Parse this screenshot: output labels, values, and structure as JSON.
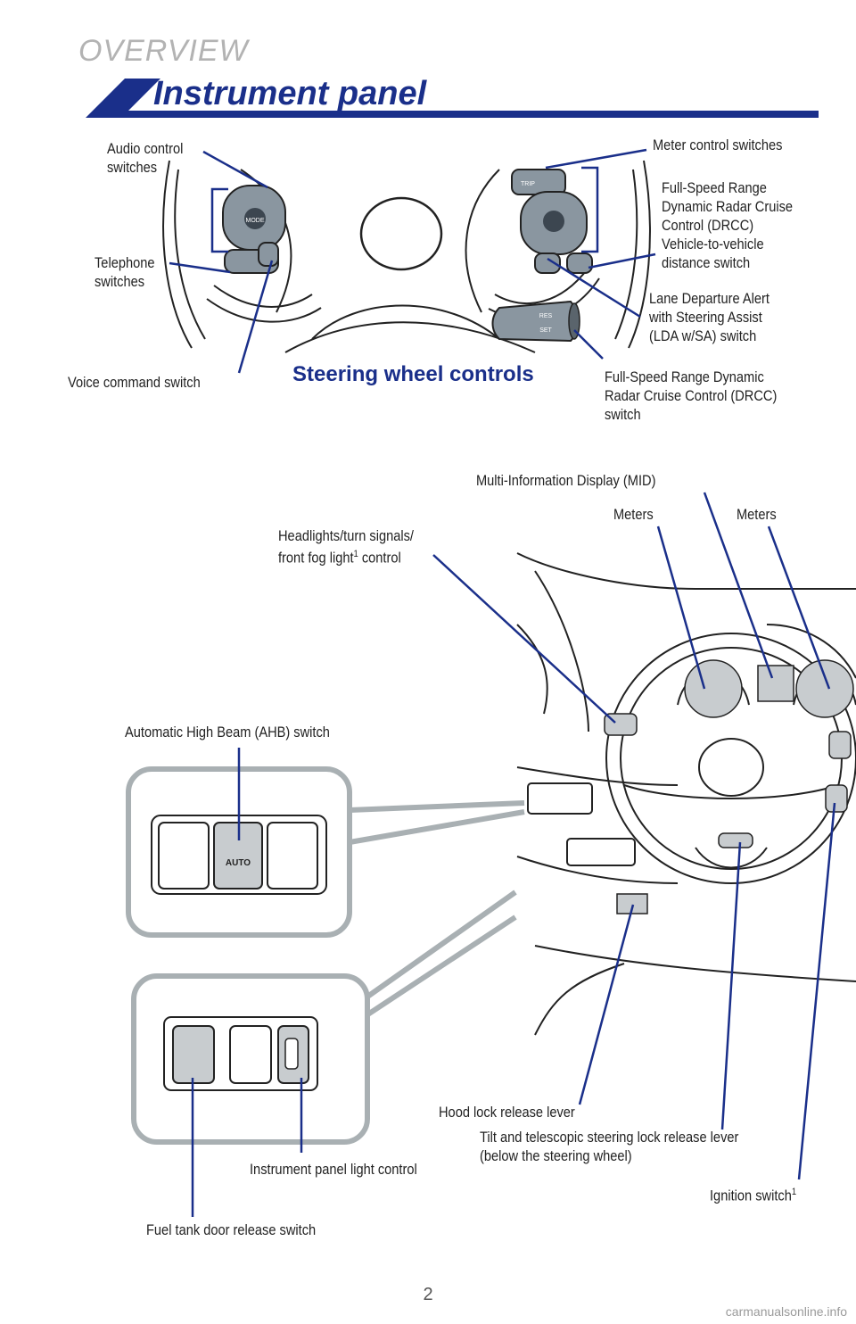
{
  "header": {
    "section": "OVERVIEW",
    "title": "Instrument panel"
  },
  "steering_wheel": {
    "subheading": "Steering wheel controls",
    "labels": {
      "audio": "Audio control\nswitches",
      "meter": "Meter control switches",
      "drcc_distance": "Full-Speed Range\nDynamic Radar Cruise\nControl (DRCC)\nVehicle-to-vehicle\ndistance switch",
      "telephone": "Telephone\nswitches",
      "lda": "Lane Departure Alert\nwith Steering Assist\n(LDA w/SA) switch",
      "voice": "Voice command switch",
      "drcc_switch": "Full-Speed Range Dynamic\nRadar Cruise Control (DRCC)\nswitch"
    },
    "switch_text": {
      "mode": "MODE",
      "trip": "TRIP",
      "res": "RES",
      "set": "SET"
    }
  },
  "dashboard": {
    "labels": {
      "mid": "Multi-Information Display (MID)",
      "meters_left": "Meters",
      "meters_right": "Meters",
      "headlights_line1": "Headlights/turn signals/",
      "headlights_line2": "front fog light",
      "headlights_sup": "1",
      "headlights_line2_end": " control",
      "ahb": "Automatic High Beam (AHB) switch",
      "hood": "Hood lock release lever",
      "tilt": "Tilt and telescopic steering lock release lever\n(below the steering wheel)",
      "ignition": "Ignition switch",
      "ignition_sup": "1",
      "panel_light": "Instrument panel light control",
      "fuel": "Fuel tank door release switch"
    },
    "switch_text": {
      "auto": "AUTO"
    }
  },
  "footer": {
    "page_number": "2",
    "watermark": "carmanualsonline.info"
  },
  "colors": {
    "accent": "#1a2f8a",
    "leader": "#1a2f8a",
    "callout": "#a9b0b3"
  }
}
